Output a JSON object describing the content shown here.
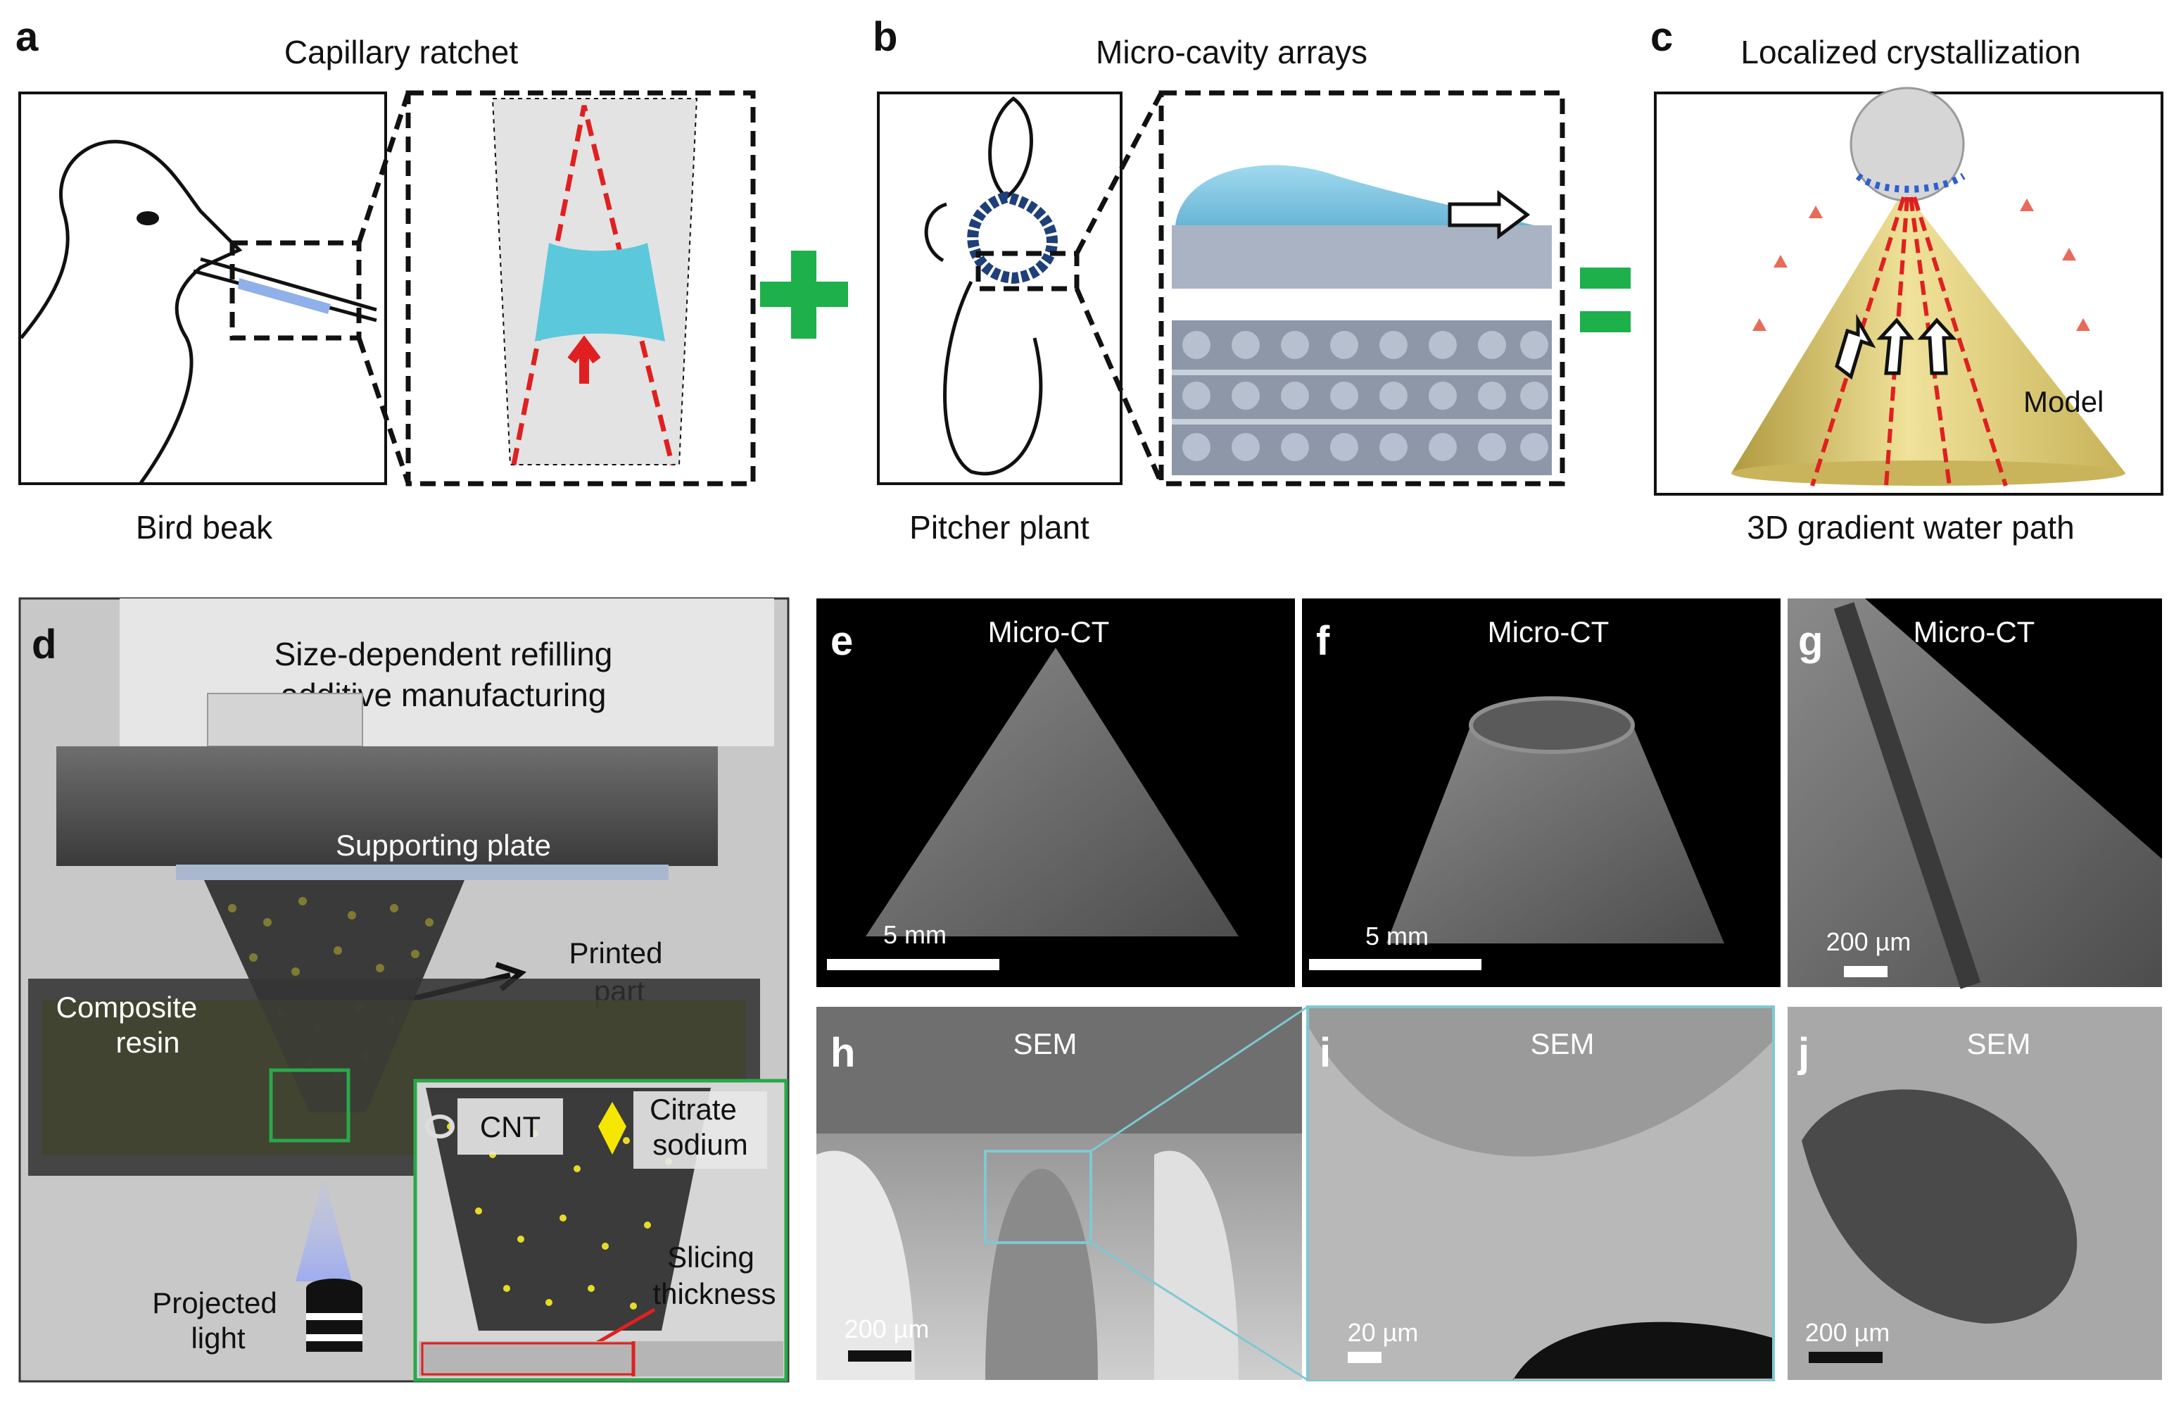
{
  "panels": {
    "a": {
      "label": "a",
      "title": "Capillary ratchet",
      "caption": "Bird beak"
    },
    "b": {
      "label": "b",
      "title": "Micro-cavity arrays",
      "caption": "Pitcher plant"
    },
    "c": {
      "label": "c",
      "title": "Localized crystallization",
      "caption": "3D gradient water path",
      "model_label": "Model"
    },
    "d": {
      "label": "d",
      "title_line1": "Size-dependent refilling",
      "title_line2": "additive manufacturing",
      "supporting_plate": "Supporting plate",
      "printed_part_line1": "Printed",
      "printed_part_line2": "part",
      "composite_resin_line1": "Composite",
      "composite_resin_line2": "resin",
      "cnt": "CNT",
      "citrate_line1": "Citrate",
      "citrate_line2": "sodium",
      "slicing_line1": "Slicing",
      "slicing_line2": "thickness",
      "projected_line1": "Projected",
      "projected_line2": "light"
    },
    "e": {
      "label": "e",
      "method": "Micro-CT",
      "scale": "5 mm"
    },
    "f": {
      "label": "f",
      "method": "Micro-CT",
      "scale": "5 mm"
    },
    "g": {
      "label": "g",
      "method": "Micro-CT",
      "scale": "200 µm"
    },
    "h": {
      "label": "h",
      "method": "SEM",
      "scale": "200 µm"
    },
    "i": {
      "label": "i",
      "method": "SEM",
      "scale": "20 µm"
    },
    "j": {
      "label": "j",
      "method": "SEM",
      "scale": "200 µm"
    }
  },
  "symbols": {
    "plus": "+",
    "equals": "="
  },
  "colors": {
    "green": "#1db04b",
    "red_dash": "#e02020",
    "water_blue": "#5cc8dc",
    "cone_yellow": "#e6d27a",
    "inset_border_green": "#2aa84a",
    "sem_link_cyan": "#7fc8d2"
  }
}
